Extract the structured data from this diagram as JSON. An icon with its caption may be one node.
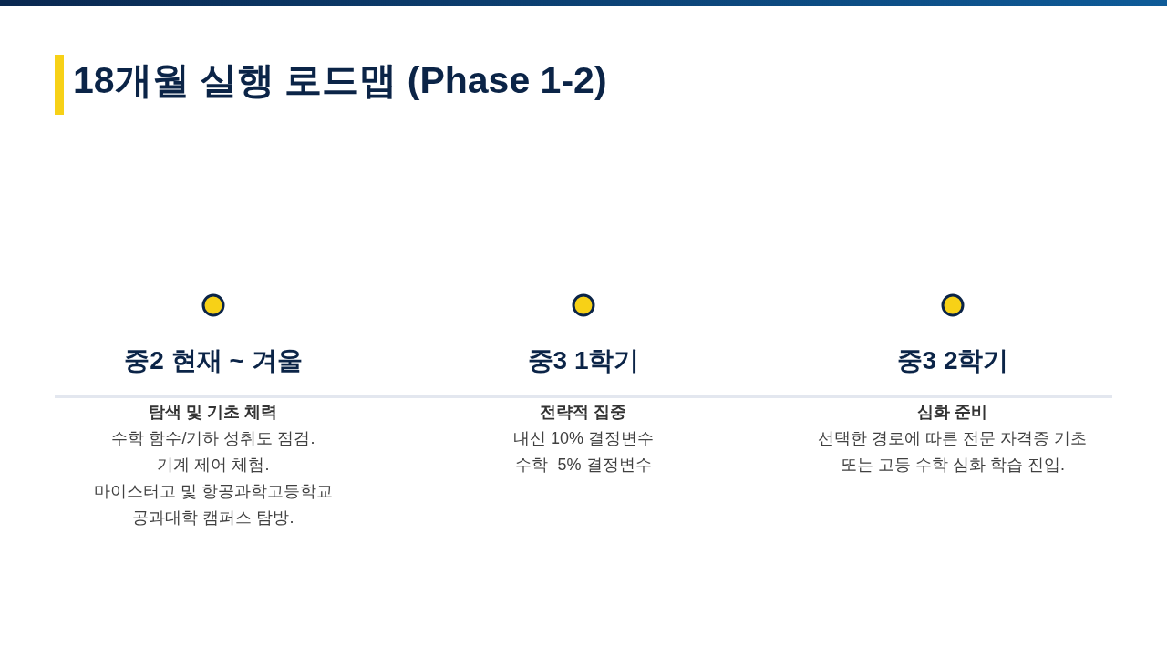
{
  "diagram": {
    "title": "18개월 실행 로드맵 (Phase 1-2)",
    "labels": [
      "중2 현재 ~ 겨울",
      "탐색 및 기초 체력",
      "수학 함수/기하 성취도 점검.",
      "기계 제어 체험.",
      "마이스터고 및 항공과학고등학교 공과대학 캠퍼스 탐방.",
      "중3 1학기",
      "전략적 집중",
      "내신 10% 결정변수",
      "수학  5% 결정변수",
      "중3 2학기",
      "심화 준비",
      "선택한 경로에 따른 전문 자격증 기초 또는 고등 수학 심화 학습 진입."
    ]
  }
}
